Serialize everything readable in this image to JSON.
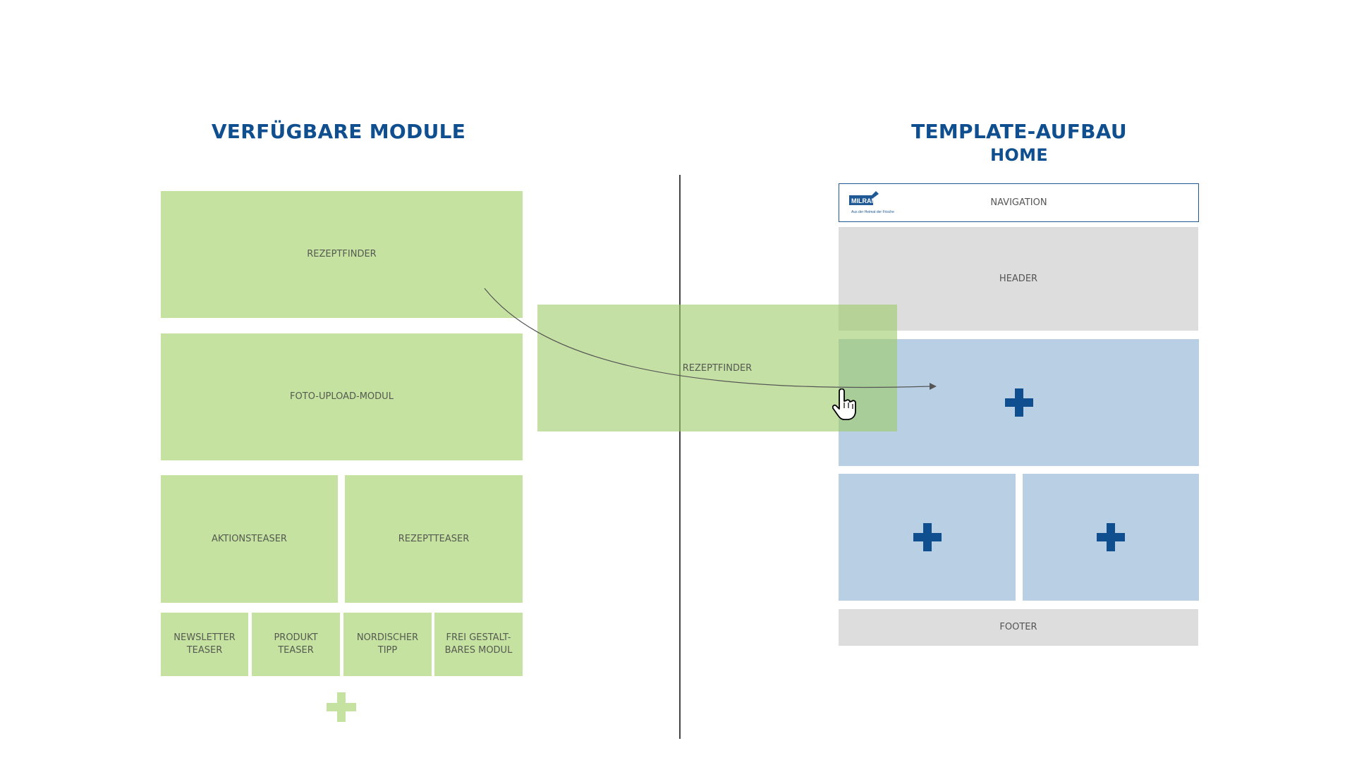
{
  "left_panel": {
    "title": "VERFÜGBARE MODULE",
    "modules": {
      "rezeptfinder": "REZEPTFINDER",
      "foto_upload": "FOTO-UPLOAD-MODUL",
      "aktionsteaser": "AKTIONSTEASER",
      "rezeptteaser": "REZEPTTEASER",
      "newsletter": "NEWSLETTER\nTEASER",
      "produkt": "PRODUKT\nTEASER",
      "nordischer": "NORDISCHER\nTIPP",
      "frei": "FREI GESTALT-\nBARES MODUL"
    },
    "add_icon": "plus-icon"
  },
  "right_panel": {
    "title": "TEMPLATE-AUFBAU",
    "subtitle": "HOME",
    "navigation": "NAVIGATION",
    "logo": {
      "brand": "MILRAM",
      "tagline": "Aus der Heimat der Frische"
    },
    "header": "HEADER",
    "footer": "FOOTER",
    "slot_icon": "plus-icon"
  },
  "drag_preview": {
    "label": "REZEPTFINDER"
  },
  "cursor_icon": "hand-pointer-icon",
  "colors": {
    "title": "#0f4f8f",
    "module_green": "#c6e2a0",
    "slot_blue": "#b9cfe4",
    "neutral_gray": "#dddddd",
    "plus_blue": "#0f4f8f",
    "plus_green": "#c6e2a0"
  }
}
